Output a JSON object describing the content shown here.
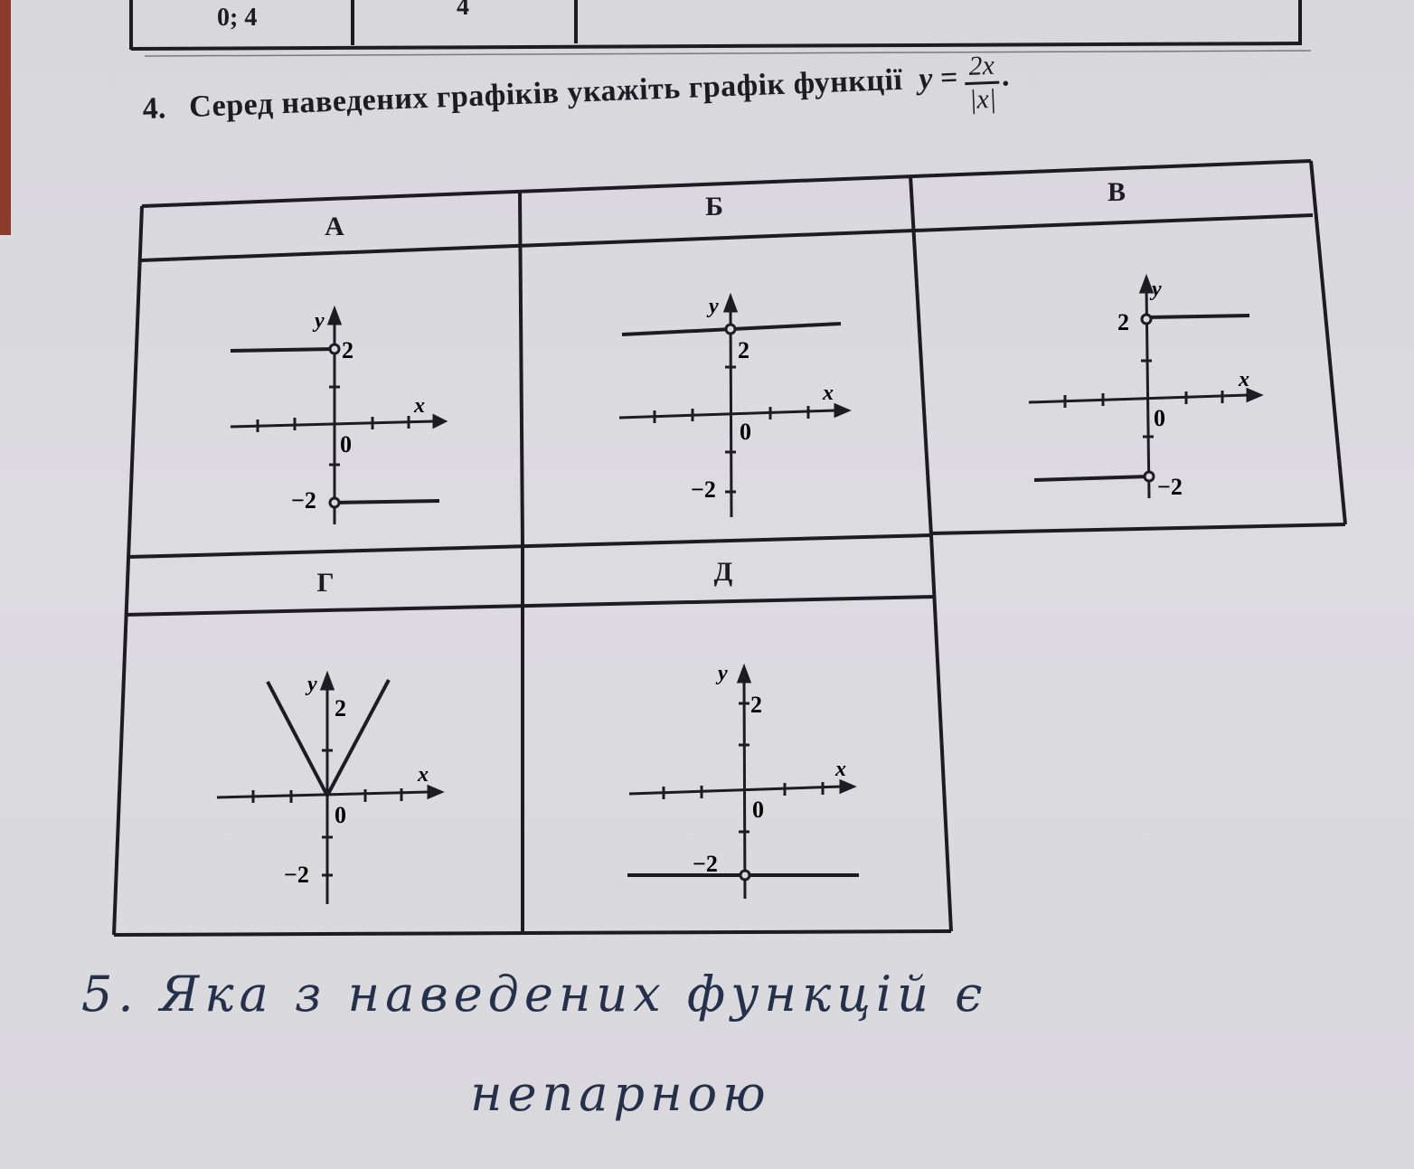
{
  "top_table": {
    "cell1": "0; 4",
    "cell2": "4"
  },
  "question": {
    "number": "4.",
    "text": "Серед наведених графіків укажіть графік функції",
    "formula_y": "y =",
    "formula_num": "2x",
    "formula_den": "|x|",
    "formula_end": "."
  },
  "options": [
    {
      "label": "А",
      "axis_y": "y",
      "axis_x": "x",
      "origin": "0",
      "tick_pos": "2",
      "tick_neg": "−2"
    },
    {
      "label": "Б",
      "axis_y": "y",
      "axis_x": "x",
      "origin": "0",
      "tick_pos": "2",
      "tick_neg": "−2"
    },
    {
      "label": "В",
      "axis_y": "y",
      "axis_x": "x",
      "origin": "0",
      "tick_pos": "2",
      "tick_neg": "−2"
    },
    {
      "label": "Г",
      "axis_y": "y",
      "axis_x": "x",
      "origin": "0",
      "tick_pos": "2",
      "tick_neg": "−2"
    },
    {
      "label": "Д",
      "axis_y": "y",
      "axis_x": "x",
      "origin": "0",
      "tick_pos": "2",
      "tick_neg": "−2"
    }
  ],
  "handwriting": {
    "line1": "5. Яка з наведених функцій є",
    "line2": "непарною"
  },
  "colors": {
    "ink": "#1d1c22",
    "pen": "#25304a",
    "paper": "#d9d8dd"
  }
}
